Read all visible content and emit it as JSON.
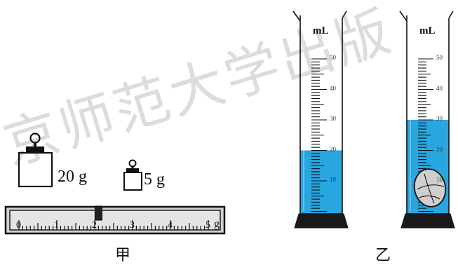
{
  "panel_left": {
    "caption": "甲",
    "weights": [
      {
        "mass_label": "20 g"
      },
      {
        "mass_label": "5 g"
      }
    ],
    "scale": {
      "tick_labels": [
        "0",
        "1",
        "2",
        "3",
        "4",
        "5"
      ],
      "unit": "g",
      "rider_reading": 2.1
    }
  },
  "panel_right": {
    "caption": "乙",
    "cylinders": [
      {
        "unit_label": "mL",
        "scale_labels": [
          "50",
          "40",
          "30",
          "20",
          "10"
        ],
        "water_level_ml": 20,
        "contains_stone": false
      },
      {
        "unit_label": "mL",
        "scale_labels": [
          "50",
          "40",
          "30",
          "20",
          "10"
        ],
        "water_level_ml": 30,
        "contains_stone": true
      }
    ]
  },
  "watermark": "京师范大学出版",
  "colors": {
    "water": "#27a6e0",
    "ink": "#111111",
    "rule_body": "#d2d2d2",
    "cylinder_base": "#1a1a1a"
  }
}
